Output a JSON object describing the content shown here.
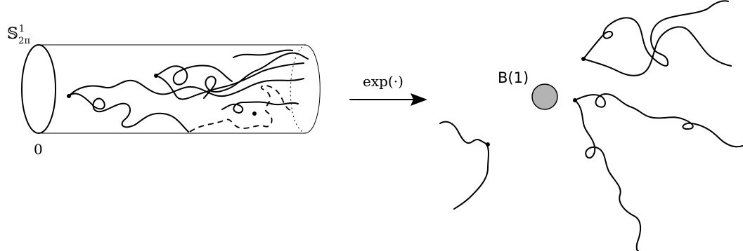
{
  "labels": {
    "circle_base": "𝕊",
    "circle_sup": "1",
    "circle_sub": "2π",
    "origin": "0",
    "map": "exp(·)",
    "ball": "B(1)"
  },
  "colors": {
    "ink": "#000000",
    "ball_fill": "#b3b3b3"
  }
}
